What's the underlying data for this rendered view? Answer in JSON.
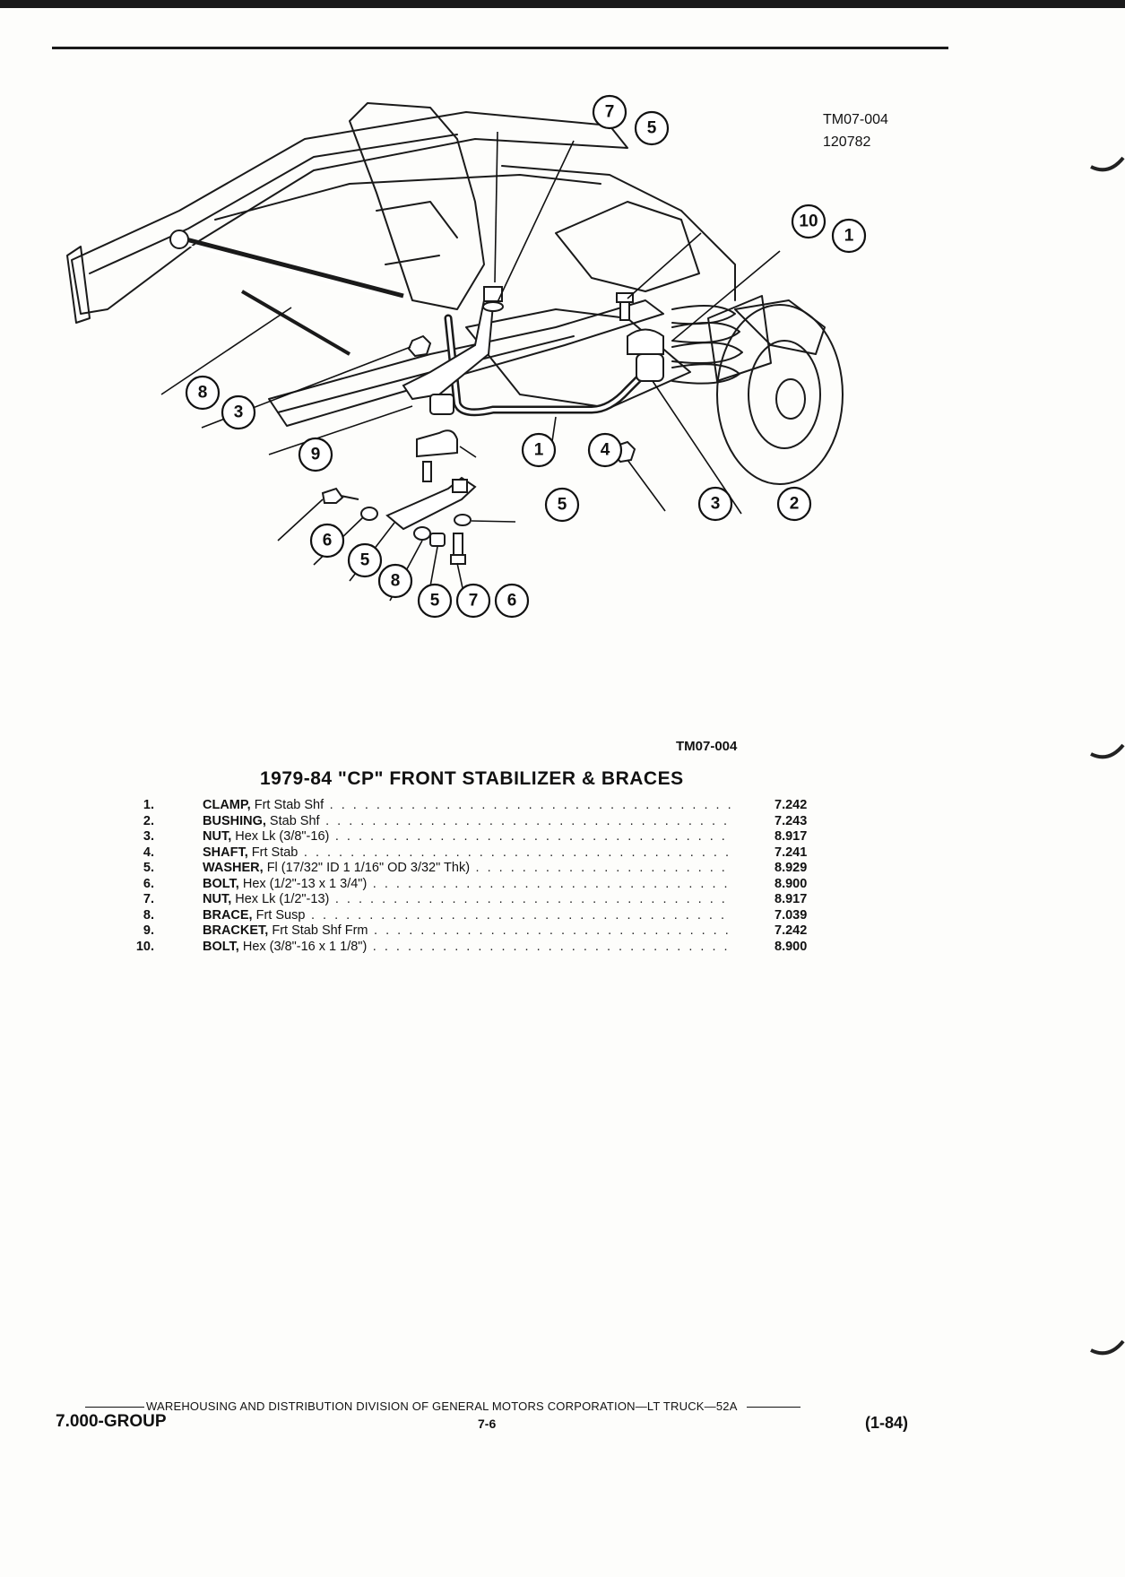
{
  "figure": {
    "ref_code": "TM07-004",
    "ref_number": "120782",
    "caption_code": "TM07-004",
    "callouts": [
      "7",
      "5",
      "10",
      "1",
      "8",
      "3",
      "9",
      "1",
      "4",
      "3",
      "2",
      "5",
      "6",
      "5",
      "8",
      "5",
      "7",
      "6"
    ]
  },
  "title": "1979-84 \"CP\" FRONT STABILIZER & BRACES",
  "parts": [
    {
      "num": "1.",
      "name": "CLAMP,",
      "desc": " Frt Stab Shf",
      "group": "7.242"
    },
    {
      "num": "2.",
      "name": "BUSHING,",
      "desc": " Stab Shf",
      "group": "7.243"
    },
    {
      "num": "3.",
      "name": "NUT,",
      "desc": " Hex Lk (3/8\"-16)",
      "group": "8.917"
    },
    {
      "num": "4.",
      "name": "SHAFT,",
      "desc": " Frt Stab",
      "group": "7.241"
    },
    {
      "num": "5.",
      "name": "WASHER,",
      "desc": " Fl (17/32\" ID 1 1/16\" OD 3/32\" Thk)",
      "group": "8.929"
    },
    {
      "num": "6.",
      "name": "BOLT,",
      "desc": " Hex (1/2\"-13 x 1 3/4\")",
      "group": "8.900"
    },
    {
      "num": "7.",
      "name": "NUT,",
      "desc": " Hex Lk (1/2\"-13)",
      "group": "8.917"
    },
    {
      "num": "8.",
      "name": "BRACE,",
      "desc": " Frt Susp",
      "group": "7.039"
    },
    {
      "num": "9.",
      "name": "BRACKET,",
      "desc": " Frt Stab Shf Frm",
      "group": "7.242"
    },
    {
      "num": "10.",
      "name": "BOLT,",
      "desc": " Hex (3/8\"-16 x 1 1/8\")",
      "group": "8.900"
    }
  ],
  "dots": " . . . . . . . . . . . . . . . . . . . . . . . . . . . . . . . . . . . . . . . . . . . . . . . . . . . . . . . . . . .",
  "footer": {
    "publisher": "WAREHOUSING AND DISTRIBUTION  DIVISION OF GENERAL MOTORS CORPORATION—LT TRUCK—52A",
    "group": "7.000-GROUP",
    "page": "7-6",
    "revision": "(1-84)"
  }
}
